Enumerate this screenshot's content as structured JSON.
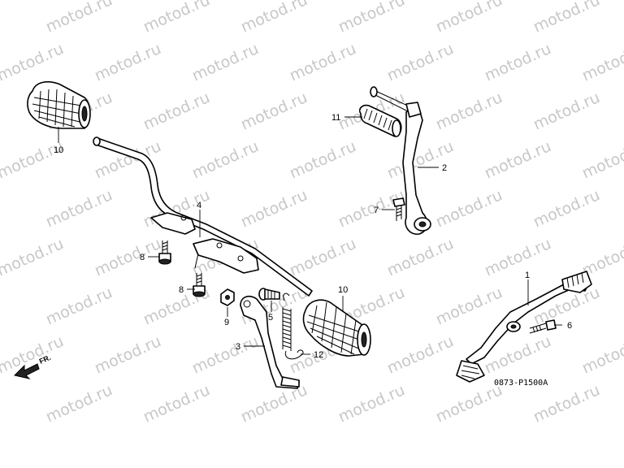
{
  "watermark": "motod.ru",
  "direction_label": "FR.",
  "figure_code": "0873-P1500A",
  "callouts": [
    {
      "key": "c10a",
      "label": "10"
    },
    {
      "key": "c11",
      "label": "11"
    },
    {
      "key": "c2",
      "label": "2"
    },
    {
      "key": "c7",
      "label": "7"
    },
    {
      "key": "c4",
      "label": "4"
    },
    {
      "key": "c8a",
      "label": "8"
    },
    {
      "key": "c8b",
      "label": "8"
    },
    {
      "key": "c9",
      "label": "9"
    },
    {
      "key": "c5",
      "label": "5"
    },
    {
      "key": "c10b",
      "label": "10"
    },
    {
      "key": "c3",
      "label": "3"
    },
    {
      "key": "c12",
      "label": "12"
    },
    {
      "key": "c1",
      "label": "1"
    },
    {
      "key": "c6",
      "label": "6"
    }
  ]
}
